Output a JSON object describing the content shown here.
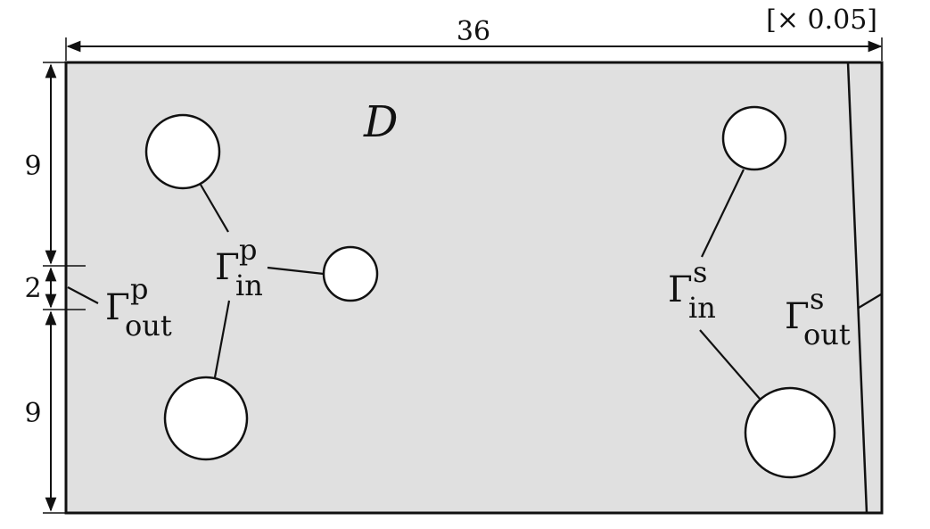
{
  "scale_label": "[× 0.05]",
  "dimensions": {
    "width": "36",
    "top_height": "9",
    "gap": "2",
    "bottom_height": "9"
  },
  "domain_label": "D",
  "gamma_symbol": "Γ",
  "labels": {
    "in_p": {
      "sup": "p",
      "sub": "in"
    },
    "out_p": {
      "sup": "p",
      "sub": "out"
    },
    "in_s": {
      "sup": "s",
      "sub": "in"
    },
    "out_s": {
      "sup": "s",
      "sub": "out"
    }
  },
  "colors": {
    "domain_fill": "#e0e0e0",
    "stroke": "#111111",
    "hole_fill": "#ffffff"
  }
}
